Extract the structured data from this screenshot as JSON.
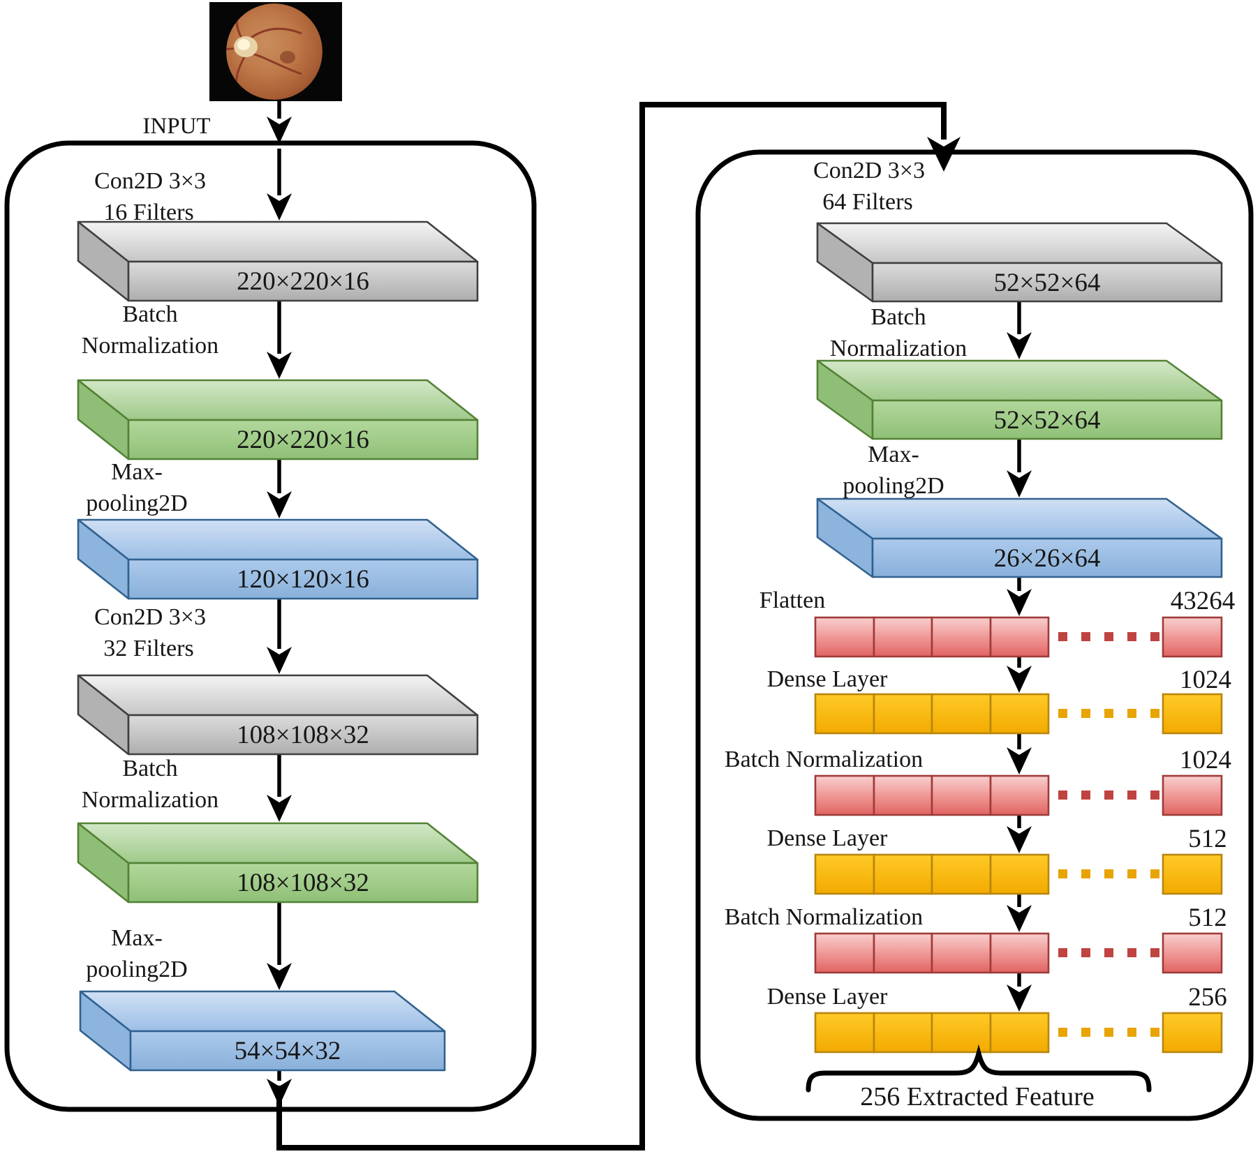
{
  "figure": {
    "input_label": "INPUT"
  },
  "left_panel": {
    "layers": [
      {
        "type": "conv",
        "lines": [
          "Con2D 3×3",
          "16 Filters"
        ],
        "dim": "220×220×16"
      },
      {
        "type": "batchnorm",
        "lines": [
          "Batch",
          "Normalization"
        ],
        "dim": "220×220×16"
      },
      {
        "type": "maxpool",
        "lines": [
          "Max-",
          "pooling2D"
        ],
        "dim": "120×120×16"
      },
      {
        "type": "conv",
        "lines": [
          "Con2D 3×3",
          "32 Filters"
        ],
        "dim": "108×108×32"
      },
      {
        "type": "batchnorm",
        "lines": [
          "Batch",
          "Normalization"
        ],
        "dim": "108×108×32"
      },
      {
        "type": "maxpool",
        "lines": [
          "Max-",
          "pooling2D"
        ],
        "dim": "54×54×32"
      }
    ]
  },
  "right_panel": {
    "layers": [
      {
        "type": "conv",
        "lines": [
          "Con2D 3×3",
          "64 Filters"
        ],
        "dim": "52×52×64"
      },
      {
        "type": "batchnorm",
        "lines": [
          "Batch",
          "Normalization"
        ],
        "dim": "52×52×64"
      },
      {
        "type": "maxpool",
        "lines": [
          "Max-",
          "pooling2D"
        ],
        "dim": "26×26×64"
      }
    ],
    "fc_layers": [
      {
        "label": "Flatten",
        "units": "43264"
      },
      {
        "label": "Dense Layer",
        "units": "1024"
      },
      {
        "label": "Batch Normalization",
        "units": "1024"
      },
      {
        "label": "Dense Layer",
        "units": "512"
      },
      {
        "label": "Batch Normalization",
        "units": "512"
      },
      {
        "label": "Dense Layer",
        "units": "256"
      }
    ],
    "output_label": "256 Extracted Feature"
  },
  "colors": {
    "conv_fill": "#c9c9c9",
    "batchnorm_fill": "#a9d18e",
    "maxpool_fill": "#9dc3e6",
    "flatten_fill": "#ee9492",
    "dense_fill": "#ffc01e",
    "line": "#000000"
  }
}
